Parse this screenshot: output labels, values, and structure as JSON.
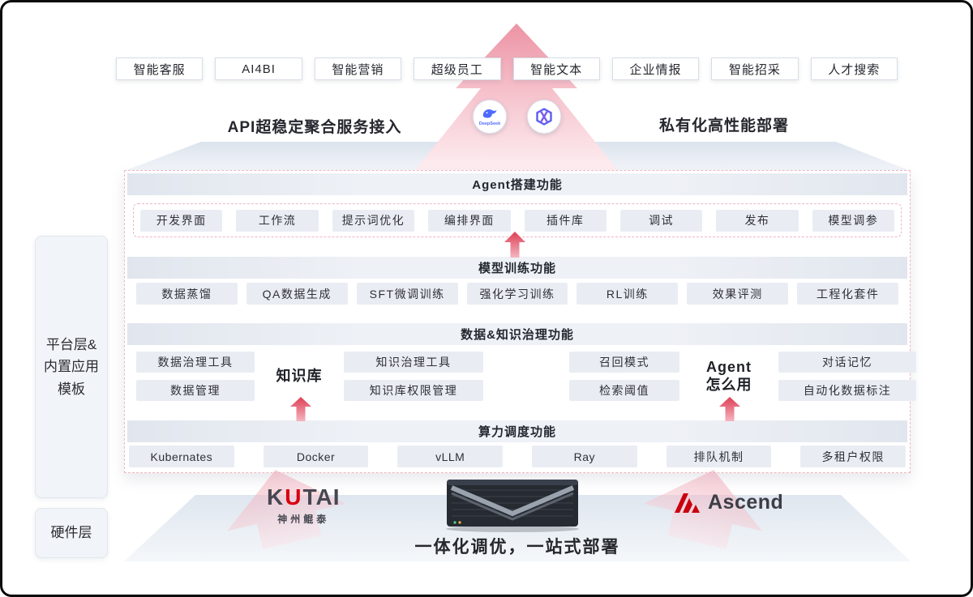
{
  "top_apps": [
    "智能客服",
    "AI4BI",
    "智能营销",
    "超级员工",
    "智能文本",
    "企业情报",
    "智能招采",
    "人才搜索"
  ],
  "access_row": {
    "left_label": "API超稳定聚合服务接入",
    "right_label": "私有化高性能部署",
    "deepseek_label": "DeepSeek"
  },
  "sidebar": {
    "platform_label": "平台层&\n内置应用\n模板",
    "hardware_label": "硬件层"
  },
  "panel": {
    "agent": {
      "title": "Agent搭建功能",
      "items": [
        "开发界面",
        "工作流",
        "提示词优化",
        "编排界面",
        "插件库",
        "调试",
        "发布",
        "模型调参"
      ]
    },
    "training": {
      "title": "模型训练功能",
      "items": [
        "数据蒸馏",
        "QA数据生成",
        "SFT微调训练",
        "强化学习训练",
        "RL训练",
        "效果评测",
        "工程化套件"
      ]
    },
    "data_governance": {
      "title": "数据&知识治理功能",
      "knowledge_group": {
        "left_items": [
          "数据治理工具",
          "数据管理"
        ],
        "center_label": "知识库",
        "right_items": [
          "知识治理工具",
          "知识库权限管理"
        ]
      },
      "agent_usage_group": {
        "left_items": [
          "召回模式",
          "检索阈值"
        ],
        "center_label": "Agent\n怎么用",
        "right_items": [
          "对话记忆",
          "自动化数据标注"
        ]
      }
    },
    "compute": {
      "title": "算力调度功能",
      "items": [
        "Kubernates",
        "Docker",
        "vLLM",
        "Ray",
        "排队机制",
        "多租户权限"
      ]
    }
  },
  "hardware": {
    "kuntai": {
      "part1": "K",
      "part2": "U",
      "part3": "TAI",
      "subtitle": "神州鲲泰"
    },
    "ascend_label": "Ascend",
    "banner": "一体化调优，一站式部署"
  },
  "colors": {
    "accent_pink": "#e35a6e",
    "box_fill": "#e9edf3",
    "deepseek_blue": "#4d6bfe",
    "ascend_red": "#c9030e"
  }
}
